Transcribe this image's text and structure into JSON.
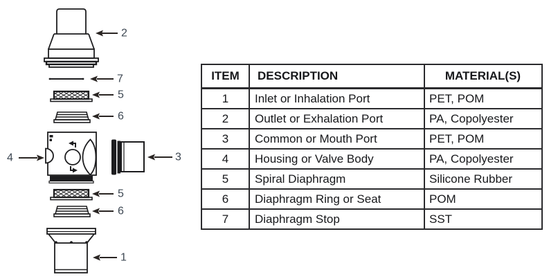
{
  "colors": {
    "background": "#ffffff",
    "line": "#1d1d1f",
    "callout_text": "#3e4853",
    "arrow": "#2a2523",
    "table_border": "#2b2b2e",
    "table_text": "#17181b"
  },
  "diagram": {
    "callouts": [
      {
        "target": "outlet-port",
        "text": "2"
      },
      {
        "target": "diaphragm-stop",
        "text": "7"
      },
      {
        "target": "spiral-diaphragm-upper",
        "text": "5"
      },
      {
        "target": "diaphragm-ring-upper",
        "text": "6"
      },
      {
        "target": "housing-valve-body",
        "text": "4"
      },
      {
        "target": "common-mouth-port",
        "text": "3"
      },
      {
        "target": "spiral-diaphragm-lower",
        "text": "5"
      },
      {
        "target": "diaphragm-ring-lower",
        "text": "6"
      },
      {
        "target": "inlet-port",
        "text": "1"
      }
    ]
  },
  "table": {
    "headers": [
      "ITEM",
      "DESCRIPTION",
      "MATERIAL(S)"
    ],
    "rows": [
      [
        "1",
        "Inlet or Inhalation Port",
        "PET, POM"
      ],
      [
        "2",
        "Outlet or Exhalation Port",
        "PA, Copolyester"
      ],
      [
        "3",
        "Common or Mouth Port",
        "PET, POM"
      ],
      [
        "4",
        "Housing or Valve Body",
        "PA, Copolyester"
      ],
      [
        "5",
        "Spiral Diaphragm",
        "Silicone Rubber"
      ],
      [
        "6",
        "Diaphragm Ring or Seat",
        "POM"
      ],
      [
        "7",
        "Diaphragm Stop",
        "SST"
      ]
    ]
  }
}
